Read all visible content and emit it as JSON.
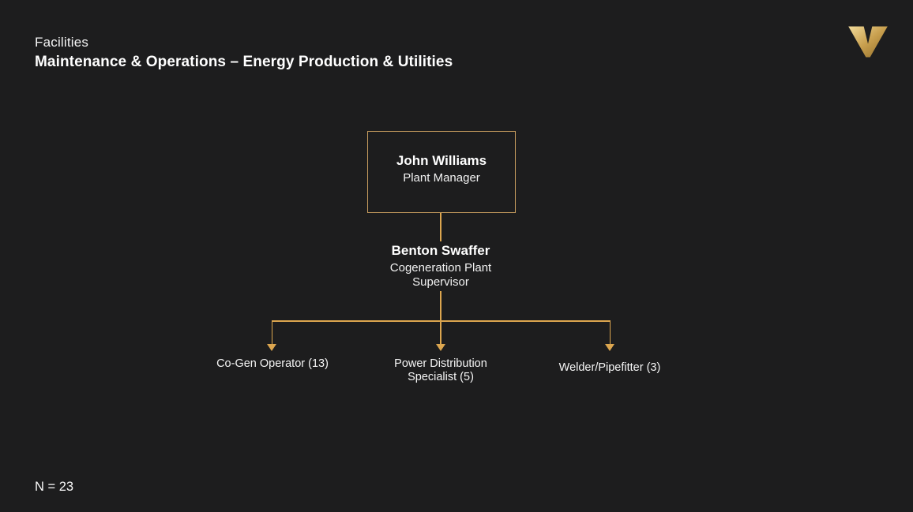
{
  "slide": {
    "background_color": "#1D1D1E",
    "accent_color": "#DCA64F",
    "box_border_color": "#C69C5E",
    "text_color": "#FFFFFF"
  },
  "header": {
    "eyebrow": "Facilities",
    "title": "Maintenance & Operations – Energy Production & Utilities"
  },
  "logo": {
    "name": "gold-v-logo",
    "glyph": "V",
    "gold_light": "#F2DB9B",
    "gold_mid": "#C89F4E",
    "gold_dark": "#8F6B28"
  },
  "org_chart": {
    "root": {
      "name": "John Williams",
      "title": "Plant Manager"
    },
    "supervisor": {
      "name": "Benton Swaffer",
      "title": "Cogeneration Plant Supervisor"
    },
    "reports": [
      {
        "label": "Co-Gen Operator (13)"
      },
      {
        "label": "Power Distribution Specialist (5)"
      },
      {
        "label": "Welder/Pipefitter (3)"
      }
    ]
  },
  "footer": {
    "headcount": "N = 23"
  }
}
